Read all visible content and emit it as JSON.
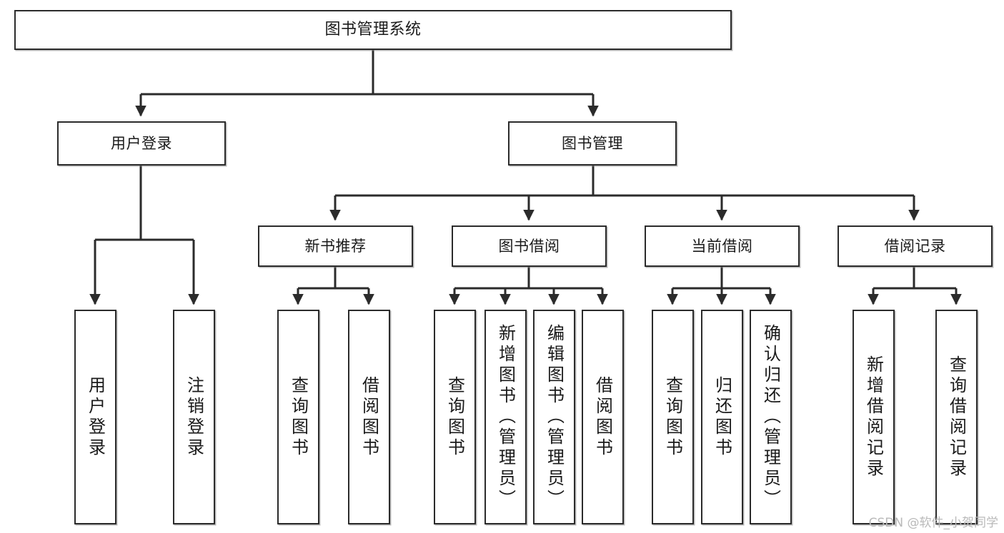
{
  "diagram": {
    "title": "图书管理系统",
    "type": "tree",
    "watermark": "CSDN @软件_小贺同学",
    "colors": {
      "stroke": "#2b2b2b",
      "fill": "#ffffff",
      "text": "#1a1a1a",
      "watermark": "#b9b9b9"
    },
    "nodes": {
      "root": {
        "label": "图书管理系统"
      },
      "level2": [
        {
          "id": "user-login",
          "label": "用户登录"
        },
        {
          "id": "book-manage",
          "label": "图书管理"
        }
      ],
      "level3": [
        {
          "id": "new-book-recommend",
          "label": "新书推荐"
        },
        {
          "id": "book-borrow",
          "label": "图书借阅"
        },
        {
          "id": "current-borrow",
          "label": "当前借阅"
        },
        {
          "id": "borrow-record",
          "label": "借阅记录"
        }
      ],
      "leaves": [
        {
          "id": "leaf-user-login",
          "label": "用户登录"
        },
        {
          "id": "leaf-logout-login",
          "label": "注销登录"
        },
        {
          "id": "leaf-query-book-1",
          "label": "查询图书"
        },
        {
          "id": "leaf-borrow-book-1",
          "label": "借阅图书"
        },
        {
          "id": "leaf-query-book-2",
          "label": "查询图书"
        },
        {
          "id": "leaf-add-book",
          "label": "新增图书（管理员）"
        },
        {
          "id": "leaf-edit-book",
          "label": "编辑图书（管理员）"
        },
        {
          "id": "leaf-borrow-book-2",
          "label": "借阅图书"
        },
        {
          "id": "leaf-query-book-3",
          "label": "查询图书"
        },
        {
          "id": "leaf-return-book",
          "label": "归还图书"
        },
        {
          "id": "leaf-confirm-return",
          "label": "确认归还（管理员）"
        },
        {
          "id": "leaf-add-record",
          "label": "新增借阅记录"
        },
        {
          "id": "leaf-query-record",
          "label": "查询借阅记录"
        }
      ]
    }
  }
}
